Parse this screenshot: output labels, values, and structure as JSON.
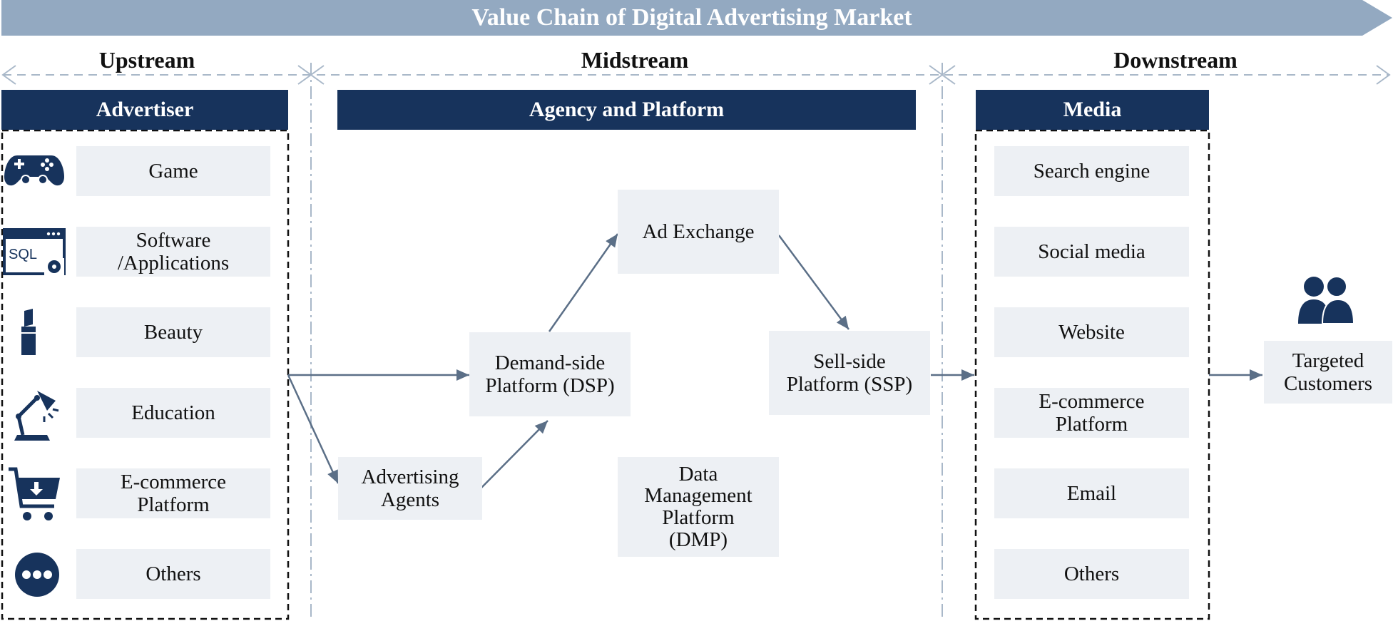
{
  "banner": {
    "title": "Value Chain of Digital Advertising Market"
  },
  "stages": {
    "upstream": "Upstream",
    "midstream": "Midstream",
    "downstream": "Downstream"
  },
  "headers": {
    "advertiser": "Advertiser",
    "agency": "Agency and Platform",
    "media": "Media"
  },
  "advertisers": [
    {
      "label": "Game",
      "icon": "gamepad-icon"
    },
    {
      "label": "Software\n/Applications",
      "icon": "sql-window-icon"
    },
    {
      "label": "Beauty",
      "icon": "lipstick-icon"
    },
    {
      "label": "Education",
      "icon": "desk-lamp-icon"
    },
    {
      "label": "E-commerce\nPlatform",
      "icon": "shopping-cart-icon"
    },
    {
      "label": "Others",
      "icon": "more-dots-icon"
    }
  ],
  "icon_text": {
    "sql": "SQL"
  },
  "platform": {
    "ad_exchange": "Ad Exchange",
    "dsp": "Demand-side\nPlatform (DSP)",
    "ssp": "Sell-side\nPlatform (SSP)",
    "agents": "Advertising\nAgents",
    "dmp": "Data\nManagement\nPlatform\n(DMP)"
  },
  "media": [
    "Search engine",
    "Social media",
    "Website",
    "E-commerce\nPlatform",
    "Email",
    "Others"
  ],
  "customers": {
    "label": "Targeted\nCustomers",
    "icon": "people-icon"
  },
  "colors": {
    "banner": "#93a9c1",
    "navy": "#17335c",
    "box_fill": "#edf0f4",
    "arrow": "#5b6f87",
    "divider": "#a9b8c9"
  }
}
